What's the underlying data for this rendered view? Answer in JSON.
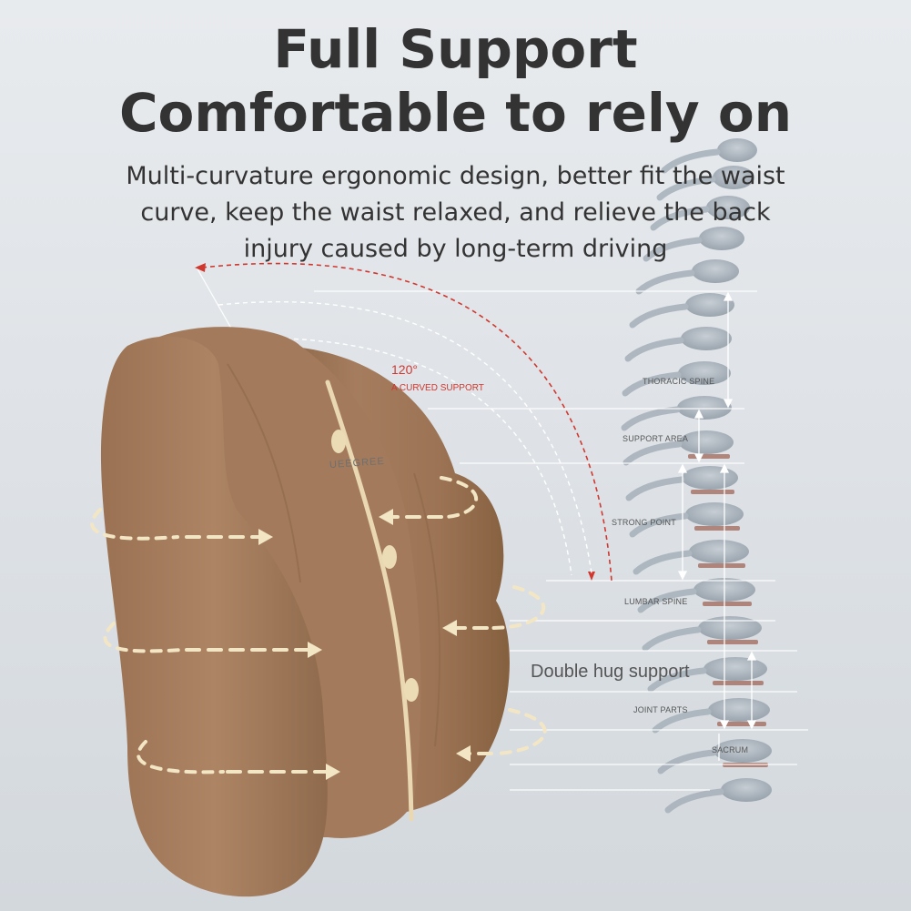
{
  "headline": {
    "line1": "Full Support",
    "line2": "Comfortable to rely on"
  },
  "description": {
    "line1": "Multi-curvature ergonomic design, better fit the waist",
    "line2": "curve, keep the waist relaxed, and relieve the back",
    "line3": "injury caused by long-term driving"
  },
  "curve_callout": {
    "angle": "120°",
    "text": "A CURVED SUPPORT"
  },
  "spine_labels": {
    "thoracic_spine": "THORACIC SPINE",
    "support_area": "SUPPORT AREA",
    "strong_point": "STRONG POINT",
    "lumbar_spine": "LUMBAR SPINE",
    "joint_parts": "JOINT PARTS",
    "sacrum": "SACRUM"
  },
  "double_hug_label": "Double hug support",
  "brand_mark": "UEEGREE",
  "colors": {
    "background": "#e2e6ea",
    "cushion": "#a0785a",
    "arrow_cream": "#f3e6c4",
    "callout_red": "#d0382f",
    "headline_text": "#333333"
  }
}
